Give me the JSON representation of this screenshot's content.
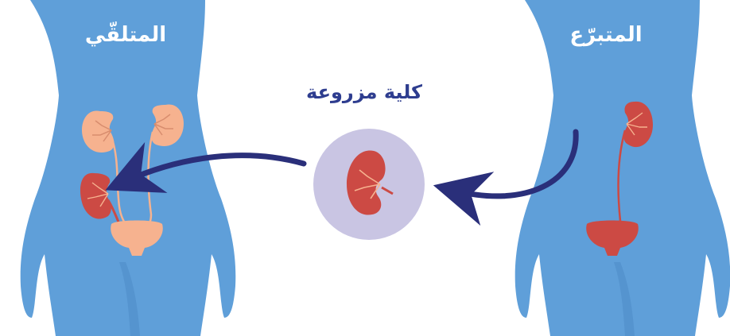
{
  "labels": {
    "recipient": "المتلقّي",
    "donor": "المتبرّع",
    "transplanted_kidney": "كلية مزروعة"
  },
  "colors": {
    "body": "#5f9fd9",
    "body_shadow": "#4d8bc6",
    "kidney_red": "#cc4a44",
    "kidney_peach": "#f6b28f",
    "arrow": "#2a2f7a",
    "circle": "#c9c5e3",
    "title_text": "#ffffff",
    "caption_text": "#2e3d8f"
  },
  "icons": {
    "kidney": "kidney-icon",
    "bladder": "bladder-icon",
    "arrow": "curved-arrow-icon"
  }
}
